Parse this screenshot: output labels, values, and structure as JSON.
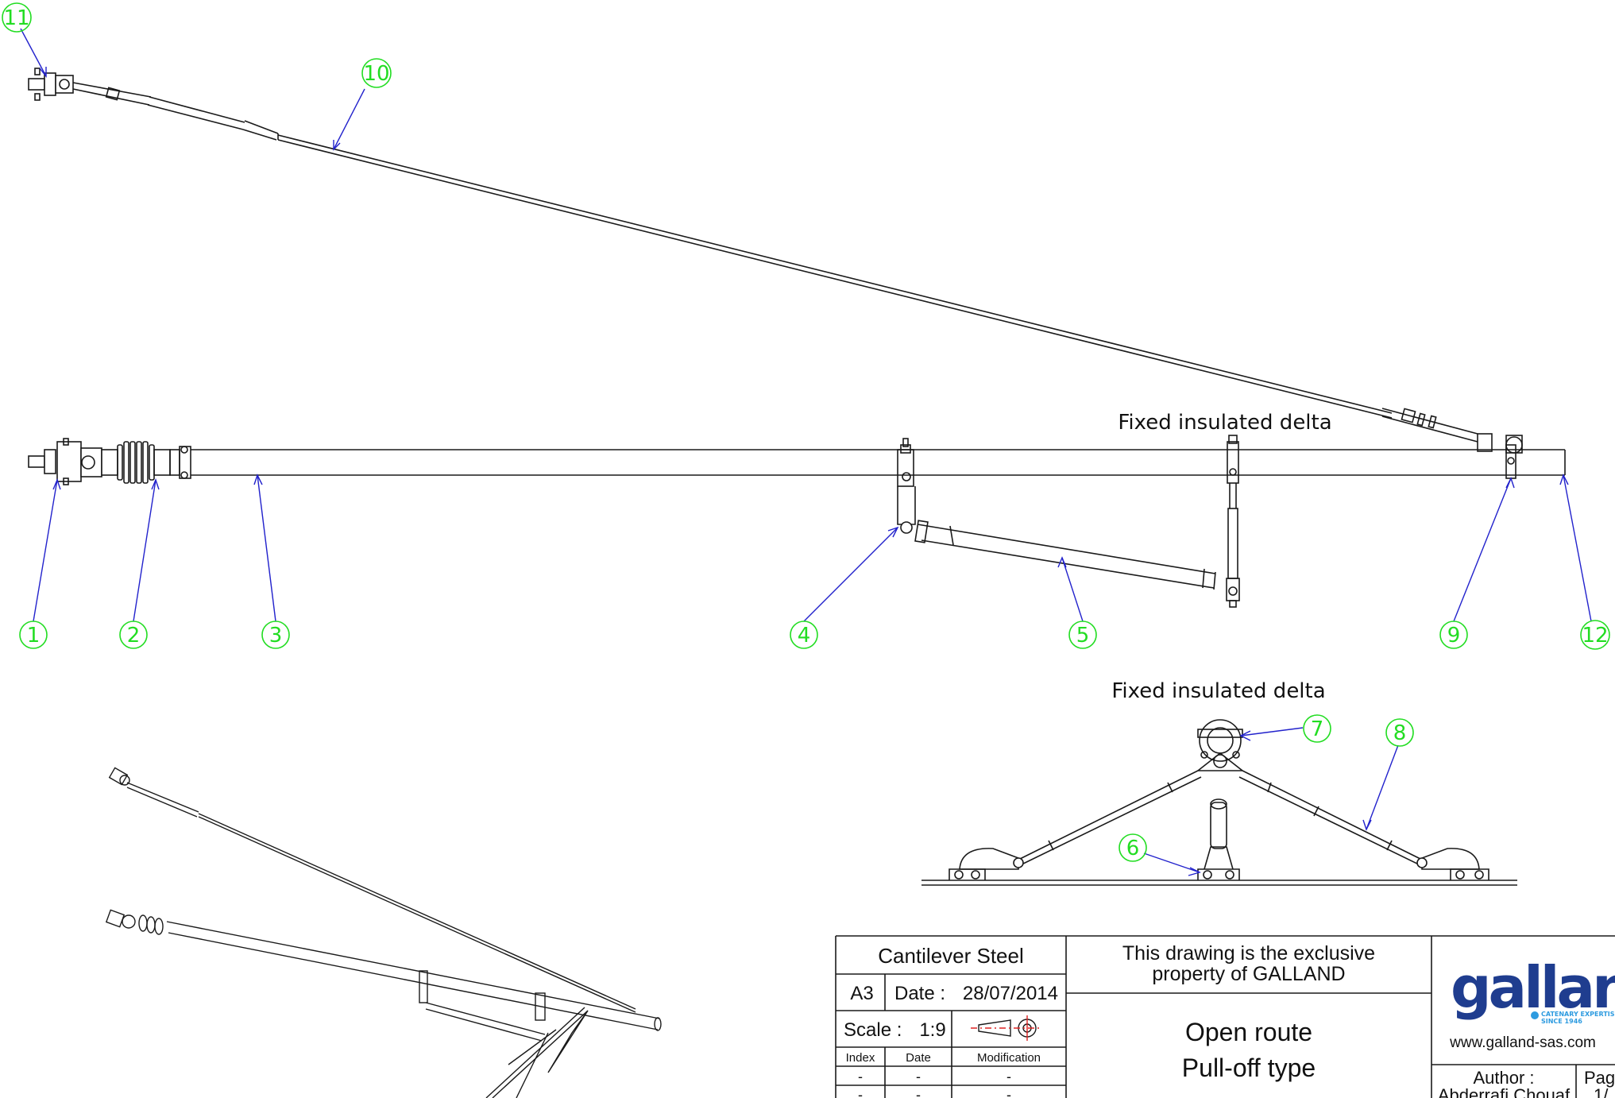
{
  "views": {
    "section_label_1": "Fixed insulated delta",
    "section_label_2": "Fixed insulated delta"
  },
  "balloons": [
    "1",
    "2",
    "3",
    "4",
    "5",
    "6",
    "7",
    "8",
    "9",
    "10",
    "11",
    "12"
  ],
  "title_block": {
    "drawing_title": "Cantilever Steel",
    "sheet_size": "A3",
    "date_label": "Date :",
    "date_value": "28/07/2014",
    "scale_label": "Scale :",
    "scale_value": "1:9",
    "rev_headers": [
      "Index",
      "Date",
      "Modification"
    ],
    "rev_row_1": [
      "-",
      "-",
      "-"
    ],
    "rev_row_2": [
      "-",
      "-",
      "-"
    ],
    "property_line_1": "This drawing is the exclusive",
    "property_line_2": "property of GALLAND",
    "subject_line_1": "Open route",
    "subject_line_2": "Pull-off type",
    "logo_text": "galland",
    "logo_tagline_1": "CATENARY EXPERTISE",
    "logo_tagline_2": "SINCE 1946",
    "website": "www.galland-sas.com",
    "author_label": "Author :",
    "author_name": "Abderrafi Chouaf",
    "page_label": "Pag",
    "page_value": "1/"
  },
  "colors": {
    "line": "#1a1a1a",
    "balloon": "#22dd22",
    "leader": "#2222cc",
    "logo_blue": "#1f3d8f",
    "logo_light": "#2d9be0",
    "projection_red": "#dd2222"
  }
}
